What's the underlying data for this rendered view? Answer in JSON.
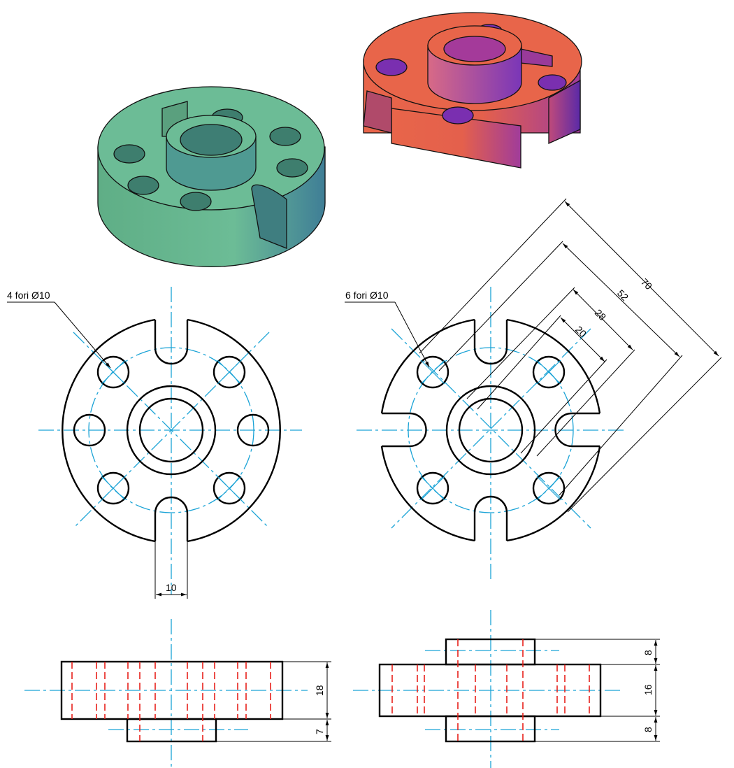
{
  "labels": {
    "left_holes_note": "4 fori Ø10",
    "right_holes_note": "6 fori Ø10",
    "slot_width": "10",
    "dim_70": "70",
    "dim_52": "52",
    "dim_28": "28",
    "dim_20": "20",
    "dim_18": "18",
    "dim_7": "7",
    "dim_8_top": "8",
    "dim_16": "16",
    "dim_8_bottom": "8"
  },
  "colors": {
    "outline": "#000000",
    "centerline": "#1aa3d6",
    "hidden": "#e8201a",
    "green_part": "#6ab48e",
    "red_part": "#e8654a",
    "purple_shade": "#7a2fb0"
  }
}
